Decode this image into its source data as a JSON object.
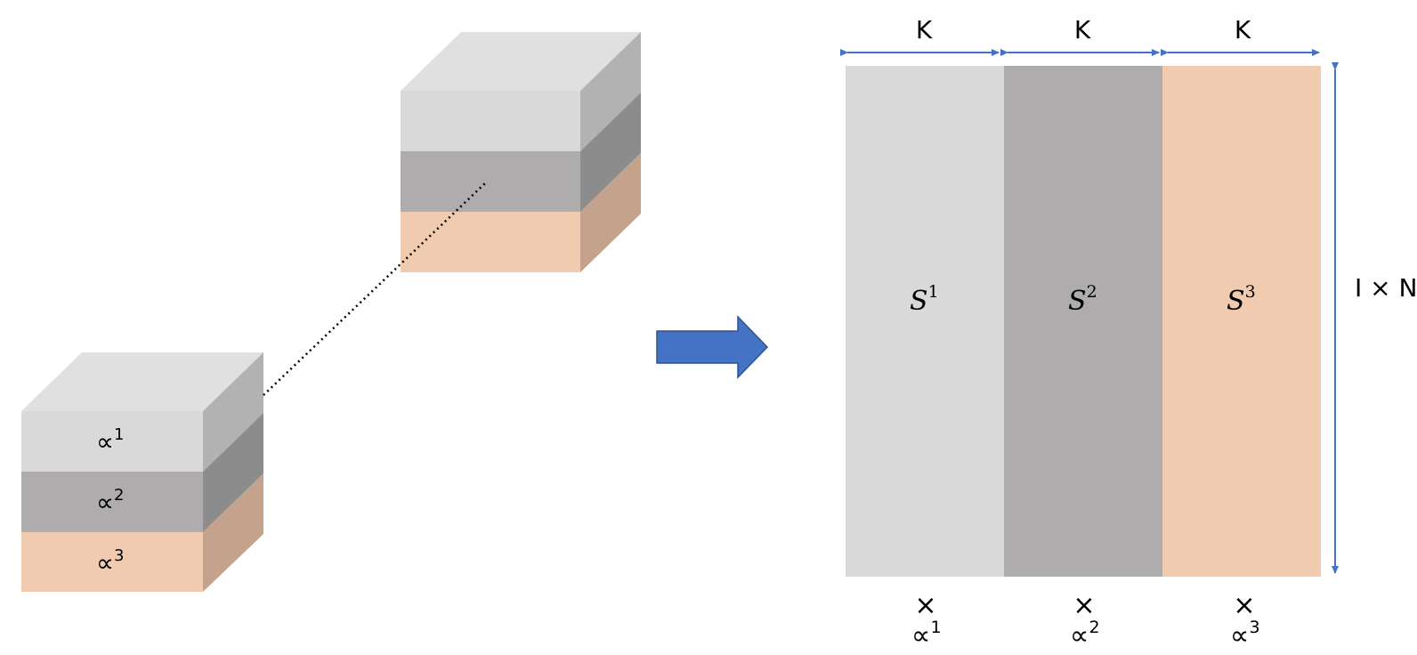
{
  "colors": {
    "layer1_front": "#d9d9d9",
    "layer1_top": "#e0e0e0",
    "layer1_side": "#b2b2b2",
    "layer2_front": "#aeacac",
    "layer2_side": "#8c8c8c",
    "layer3_front": "#f1cbb0",
    "layer3_side": "#c4a28b",
    "arrow_blue": "#4472c4",
    "dimension_blue": "#4472c4"
  },
  "left_cube": {
    "layers": [
      {
        "symbol": "∝",
        "sup": "1"
      },
      {
        "symbol": "∝",
        "sup": "2"
      },
      {
        "symbol": "∝",
        "sup": "3"
      }
    ]
  },
  "matrix": {
    "column_width_label": "K",
    "height_label": "I × N",
    "columns": [
      {
        "label": "S",
        "sup": "1",
        "times": "×",
        "weight": "∝",
        "weight_sup": "1"
      },
      {
        "label": "S",
        "sup": "2",
        "times": "×",
        "weight": "∝",
        "weight_sup": "2"
      },
      {
        "label": "S",
        "sup": "3",
        "times": "×",
        "weight": "∝",
        "weight_sup": "3"
      }
    ]
  }
}
